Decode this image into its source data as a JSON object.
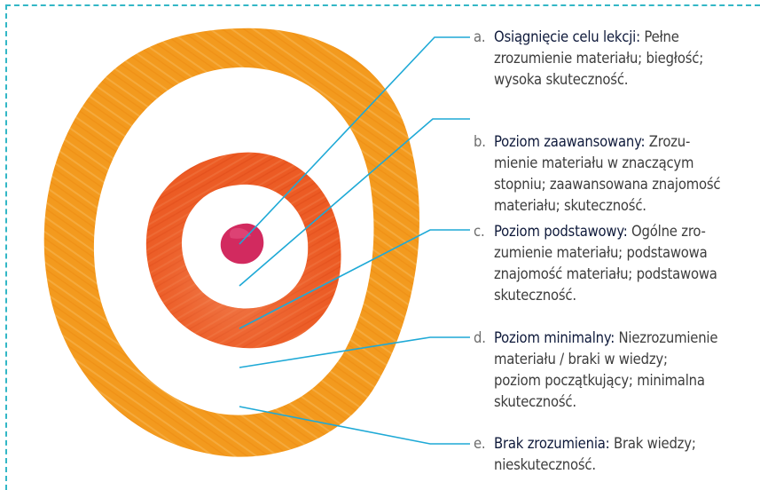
{
  "colors": {
    "frame": "#33b7c6",
    "leader_lines": "#1ea9d6",
    "outer_ring": "#f39a1e",
    "inner_ring": "#ec5b24",
    "center": "#d22a5f",
    "title_text": "#0f1a3b",
    "body_text": "#3d3d3d"
  },
  "levels": [
    {
      "letter": "a.",
      "title": "Osiągnięcie celu lekcji:",
      "lines": [
        " Pełne",
        "zrozumienie materiału; biegłość;",
        "wysoka skuteczność."
      ]
    },
    {
      "letter": "b.",
      "title": "Poziom zaawansowany:",
      "lines": [
        " Zrozu-",
        "mienie materiału w znaczącym",
        "stopniu; zaawansowana znajomość",
        "materiału; skuteczność."
      ]
    },
    {
      "letter": "c.",
      "title": "Poziom podstawowy:",
      "lines": [
        " Ogólne zro-",
        "zumienie materiału; podstawowa",
        "znajomość materiału; podstawowa",
        "skuteczność."
      ]
    },
    {
      "letter": "d.",
      "title": "Poziom minimalny:",
      "lines": [
        " Niezrozumienie",
        "materiału / braki w wiedzy;",
        "poziom początkujący; minimalna",
        "skuteczność."
      ]
    },
    {
      "letter": "e.",
      "title": "Brak zrozumienia:",
      "lines": [
        " Brak wiedzy;",
        "nieskuteczność."
      ]
    }
  ]
}
